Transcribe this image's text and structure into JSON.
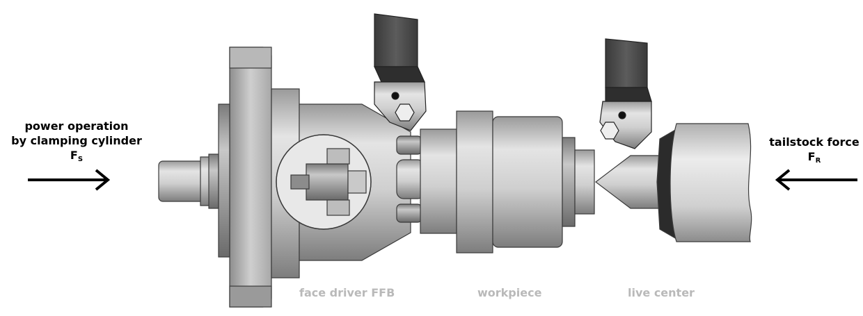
{
  "left_label": {
    "line1": "power operation",
    "line2": "by clamping cylinder",
    "force": "F",
    "force_sub": "S"
  },
  "right_label": {
    "line1": "tailstock force",
    "force": "F",
    "force_sub": "R"
  },
  "captions": {
    "face_driver": "face driver FFB",
    "workpiece": "workpiece",
    "live_center": "live center"
  },
  "colors": {
    "metal_light": "#d9d9d9",
    "metal_mid": "#bdbdbd",
    "metal_dark": "#8a8a8a",
    "tool_dark": "#4a4a4a",
    "outline": "#3a3a3a",
    "caption": "#b9b9b9"
  },
  "icons": {
    "left_arrow": "arrow-right-icon",
    "right_arrow": "arrow-left-icon"
  }
}
